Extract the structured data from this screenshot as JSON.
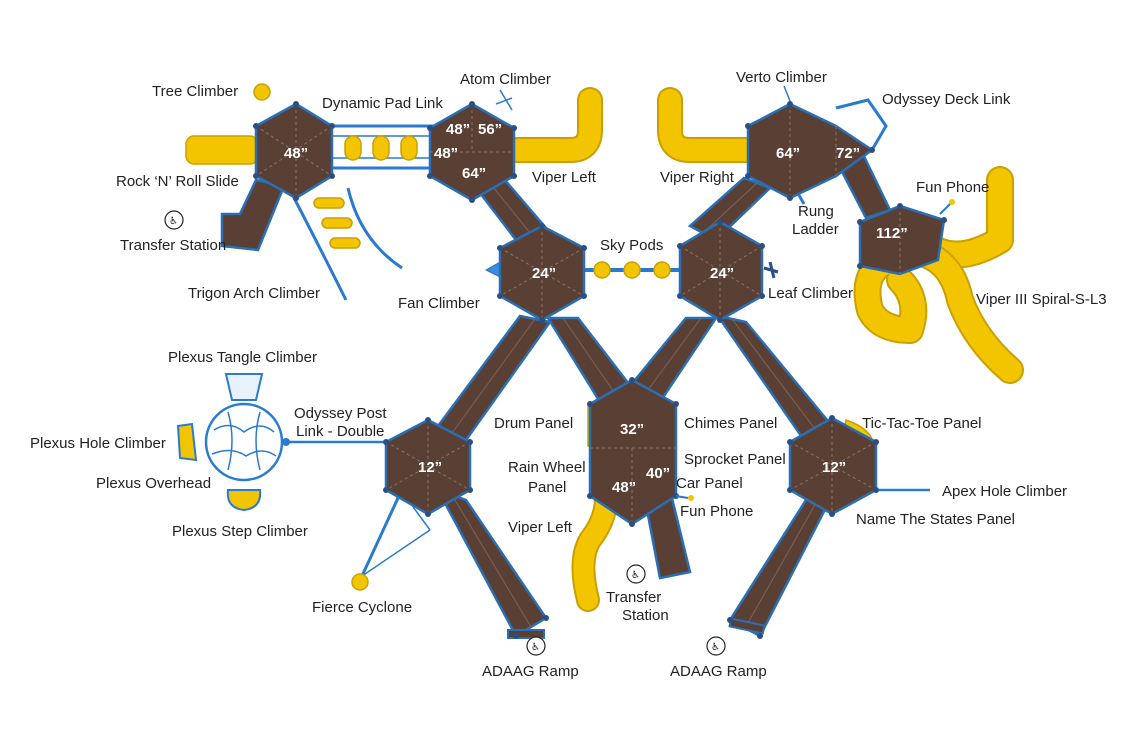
{
  "decks": {
    "tl": "48”",
    "atom_a": "48”",
    "atom_b": "56”",
    "atom_c": "48”",
    "atom_d": "64”",
    "tr_a": "64”",
    "tr_b": "72”",
    "spiral": "112”",
    "sky_left": "24”",
    "sky_right": "24”",
    "center_top": "32”",
    "center_right": "40”",
    "center_bottom": "48”",
    "left_low": "12”",
    "right_low": "12”"
  },
  "labels": {
    "tree_climber": "Tree Climber",
    "dynamic_pad_link": "Dynamic Pad Link",
    "atom_climber": "Atom Climber",
    "verto_climber": "Verto Climber",
    "odyssey_deck_link": "Odyssey Deck Link",
    "rock_n_roll_slide": "Rock ‘N’ Roll Slide",
    "viper_left_top": "Viper Left",
    "viper_right": "Viper Right",
    "fun_phone_top": "Fun Phone",
    "rung": "Rung",
    "ladder": "Ladder",
    "transfer_station_left": "Transfer Station",
    "sky_pods": "Sky Pods",
    "trigon_arch_climber": "Trigon Arch Climber",
    "fan_climber": "Fan Climber",
    "leaf_climber": "Leaf Climber",
    "viper_spiral": "Viper III Spiral-S-L3",
    "plexus_tangle_climber": "Plexus Tangle Climber",
    "odyssey_post_1": "Odyssey Post",
    "odyssey_post_2": "Link - Double",
    "plexus_hole_climber": "Plexus Hole Climber",
    "plexus_overhead": "Plexus Overhead",
    "plexus_step_climber": "Plexus Step Climber",
    "drum_panel": "Drum Panel",
    "chimes_panel": "Chimes Panel",
    "tic_tac_toe_panel": "Tic-Tac-Toe Panel",
    "rain_wheel_1": "Rain Wheel",
    "rain_wheel_2": "Panel",
    "sprocket_panel": "Sprocket Panel",
    "car_panel": "Car Panel",
    "fun_phone_mid": "Fun Phone",
    "apex_hole_climber": "Apex Hole Climber",
    "viper_left_mid": "Viper Left",
    "name_the_states_panel": "Name The States Panel",
    "fierce_cyclone": "Fierce Cyclone",
    "transfer_1": "Transfer",
    "transfer_2": "Station",
    "adaag_ramp_left": "ADAAG Ramp",
    "adaag_ramp_right": "ADAAG Ramp"
  },
  "icons": {
    "accessibility": "wheelchair-icon"
  },
  "colors": {
    "deck": "#5a3f35",
    "frame": "#2a7bd0",
    "slide": "#f2c500"
  }
}
